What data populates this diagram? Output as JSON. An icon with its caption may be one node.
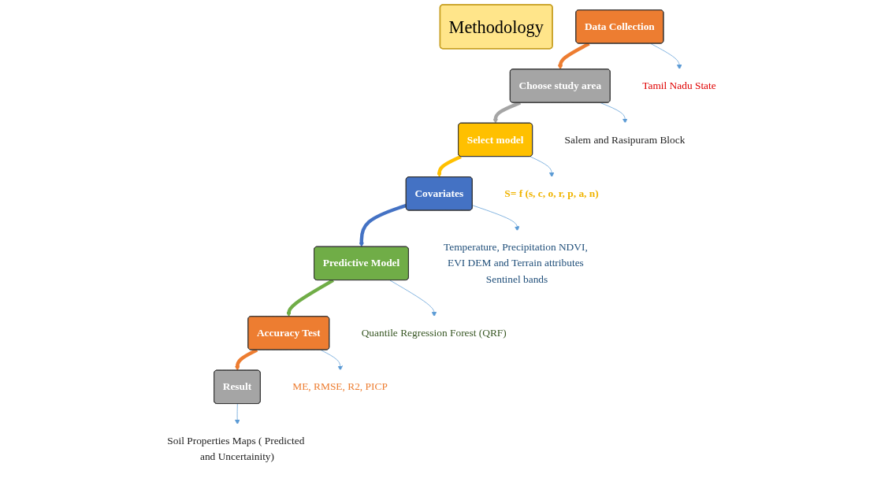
{
  "diagram": {
    "nodes": [
      {
        "text": [
          "Methodology"
        ]
      },
      {
        "text": [
          "Data Collection"
        ]
      },
      {
        "text": [
          "Choose study area"
        ]
      },
      {
        "text": [
          "Select model"
        ]
      },
      {
        "text": [
          "Covariates"
        ]
      },
      {
        "text": [
          "Predictive Model"
        ]
      },
      {
        "text": [
          "Accuracy Test"
        ]
      },
      {
        "text": [
          "Result"
        ]
      },
      {
        "text": [
          "Tamil Nadu State"
        ]
      },
      {
        "text": [
          "Salem and Rasipuram Block"
        ]
      },
      {
        "text": [
          "S= f (s, c, o, r, p, a, n)"
        ]
      },
      {
        "text": [
          "Temperature, Precipitation NDVI, EVI DEM and Terrain attributes Sentinel bands"
        ]
      },
      {
        "text": [
          "Quantile Regression Forest (QRF)"
        ]
      },
      {
        "text": [
          "ME, RMSE, R2, PICP"
        ]
      },
      {
        "text": [
          "Soil Properties Maps ( Predicted and Uncertainity)"
        ]
      }
    ],
    "edges": [
      {
        "from": 1,
        "to": 2,
        "arrow": "to",
        "style": "thick",
        "color": "#ed7d31"
      },
      {
        "from": 2,
        "to": 3,
        "arrow": "to",
        "style": "thick",
        "color": "#a5a5a5"
      },
      {
        "from": 3,
        "to": 4,
        "arrow": "to",
        "style": "thick",
        "color": "#ffc000"
      },
      {
        "from": 4,
        "to": 5,
        "arrow": "to",
        "style": "thick",
        "color": "#4472c4"
      },
      {
        "from": 5,
        "to": 6,
        "arrow": "to",
        "style": "thick",
        "color": "#70ad47"
      },
      {
        "from": 6,
        "to": 7,
        "arrow": "to",
        "style": "thick",
        "color": "#ed7d31"
      },
      {
        "from": 1,
        "to": 8,
        "arrow": "to"
      },
      {
        "from": 2,
        "to": 9,
        "arrow": "to"
      },
      {
        "from": 3,
        "to": 10,
        "arrow": "to"
      },
      {
        "from": 4,
        "to": 11,
        "arrow": "to"
      },
      {
        "from": 5,
        "to": 12,
        "arrow": "to"
      },
      {
        "from": 6,
        "to": 13,
        "arrow": "to"
      },
      {
        "from": 7,
        "to": 14,
        "arrow": "to"
      }
    ]
  }
}
